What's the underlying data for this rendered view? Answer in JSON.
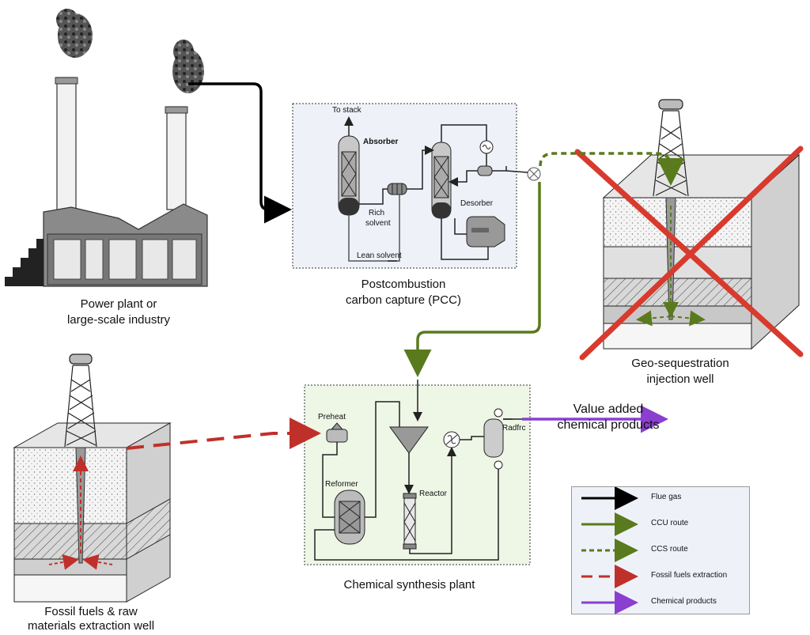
{
  "power_plant": {
    "label_line1": "Power plant or",
    "label_line2": "large-scale industry"
  },
  "pcc": {
    "label_line1": "Postcombustion",
    "label_line2": "carbon capture (PCC)",
    "to_stack": "To stack",
    "absorber": "Absorber",
    "desorber": "Desorber",
    "rich_solvent_1": "Rich",
    "rich_solvent_2": "solvent",
    "lean_solvent": "Lean solvent"
  },
  "geo_well": {
    "label_line1": "Geo-sequestration",
    "label_line2": "injection well"
  },
  "extraction_well": {
    "label_line1": "Fossil fuels & raw",
    "label_line2": "materials extraction well"
  },
  "synthesis": {
    "label": "Chemical synthesis plant",
    "preheat": "Preheat",
    "reformer": "Reformer",
    "reactor": "Reactor",
    "radfrc": "Radfrc"
  },
  "products": {
    "line1": "Value added",
    "line2": "chemical products"
  },
  "legend": {
    "items": [
      {
        "label": "Flue gas",
        "color": "#000000",
        "style": "solid"
      },
      {
        "label": "CCU route",
        "color": "#5a7a1e",
        "style": "solid"
      },
      {
        "label": "CCS route",
        "color": "#5a7a1e",
        "style": "dashed"
      },
      {
        "label": "Fossil fuels extraction",
        "color": "#c0302a",
        "style": "dashed"
      },
      {
        "label": "Chemical products",
        "color": "#8a3fd0",
        "style": "solid"
      }
    ]
  },
  "colors": {
    "flue": "#000000",
    "ccu": "#5a7a1e",
    "ccs": "#5a7a1e",
    "fossil": "#c0302a",
    "product": "#8a3fd0",
    "pcc_bg": "#eef2f8",
    "synth_bg": "#eef6e6"
  }
}
